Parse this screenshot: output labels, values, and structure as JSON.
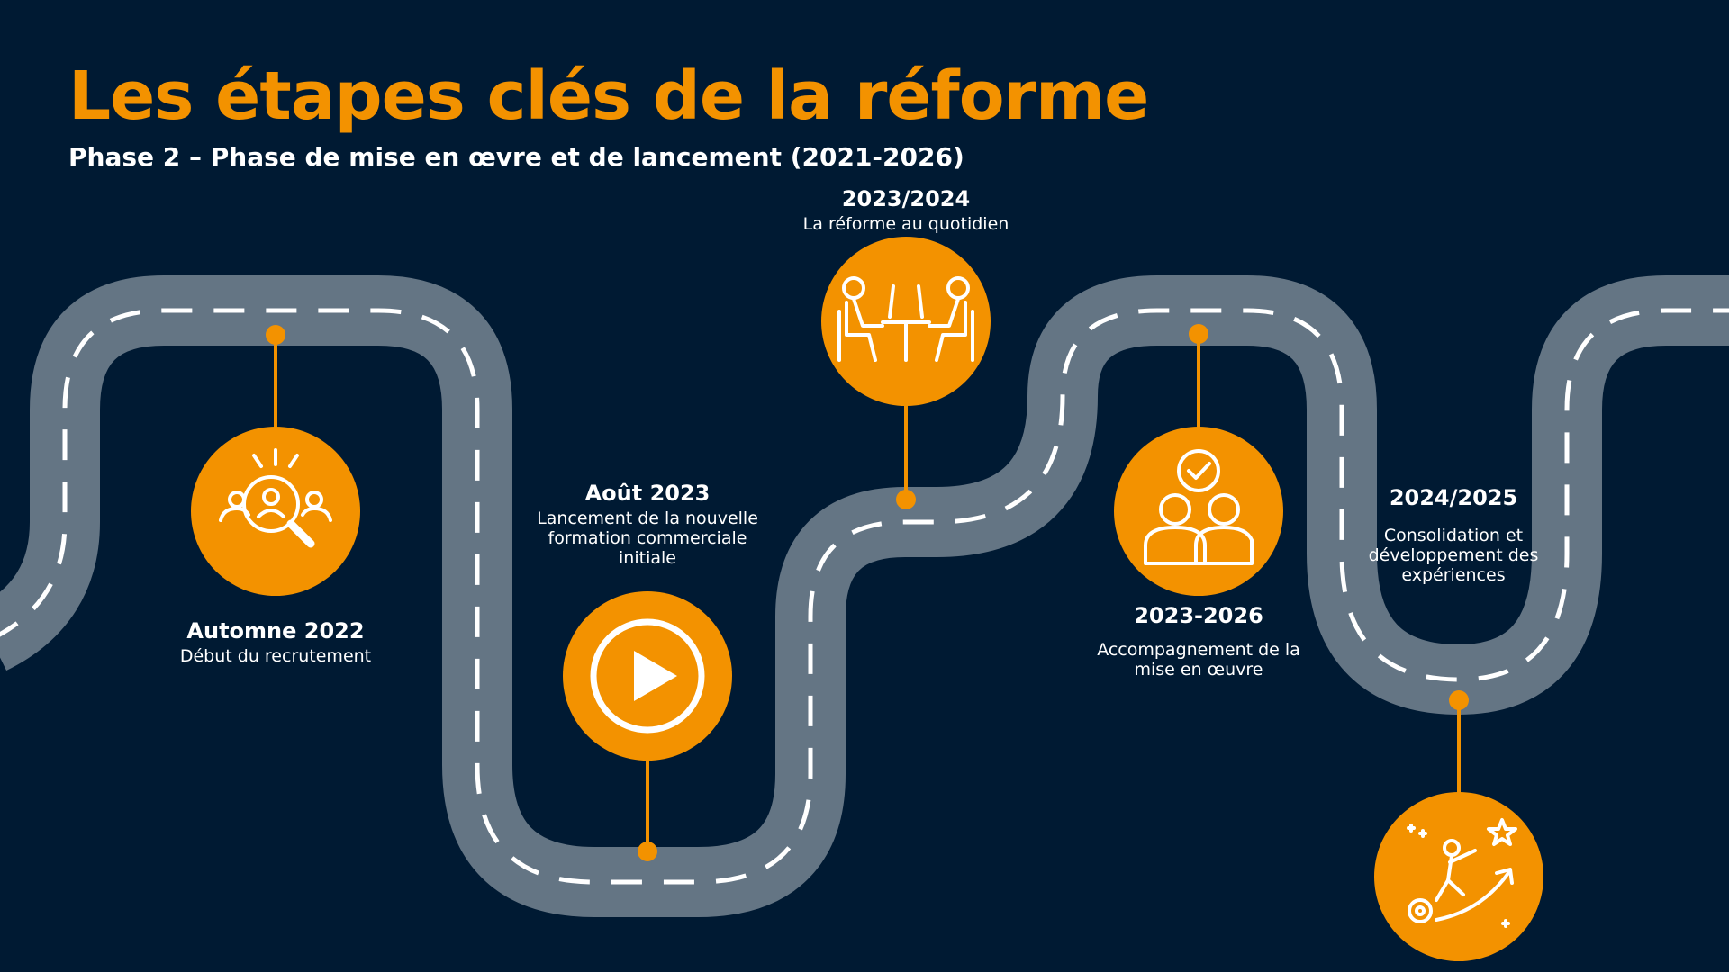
{
  "header": {
    "title": "Les étapes clés de la réforme",
    "subtitle": "Phase 2 – Phase de mise en œvre et de lancement (2021-2026)"
  },
  "colors": {
    "background": "#001a33",
    "accent": "#f39200",
    "road": "#647584",
    "road_marking": "#ffffff",
    "text": "#ffffff"
  },
  "milestones": [
    {
      "date": "Automne 2022",
      "description": "Début du recrutement",
      "icon": "recruitment-search-icon"
    },
    {
      "date": "Août 2023",
      "description": "Lancement de la nouvelle formation commerciale initiale",
      "icon": "play-icon"
    },
    {
      "date": "2023/2024",
      "description": "La réforme au quotidien",
      "icon": "meeting-icon"
    },
    {
      "date": "2023-2026",
      "description": "Accompagnement de la mise en œuvre",
      "icon": "team-check-icon"
    },
    {
      "date": "2024/2025",
      "description": "Consolidation et développement des expériences",
      "icon": "growth-climb-icon"
    }
  ]
}
